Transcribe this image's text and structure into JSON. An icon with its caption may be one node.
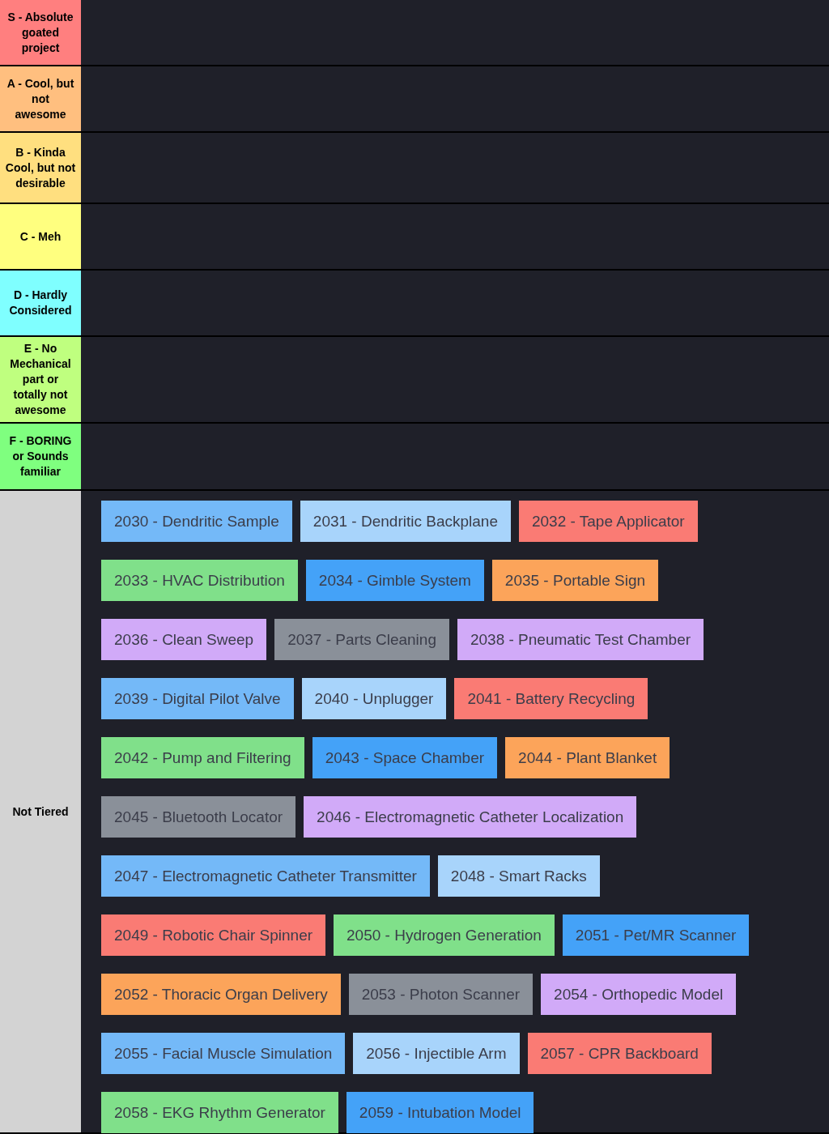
{
  "diagram": {
    "nodes": [
      {
        "text": [
          "S - Absolute goated project"
        ]
      },
      {
        "text": [
          "A - Cool, but not awesome"
        ]
      },
      {
        "text": [
          "B - Kinda Cool, but not desirable"
        ]
      },
      {
        "text": [
          "C - Meh"
        ]
      },
      {
        "text": [
          "D - Hardly Considered"
        ]
      },
      {
        "text": [
          "E - No Mechanical part or totally not awesome"
        ]
      },
      {
        "text": [
          "F - BORING or Sounds familiar"
        ]
      },
      {
        "text": [
          "Not Tiered"
        ]
      },
      {
        "text": [
          "2030 - Dendritic Sample"
        ],
        "in": 7
      },
      {
        "text": [
          "2031 - Dendritic Backplane"
        ],
        "in": 7
      },
      {
        "text": [
          "2032 - Tape Applicator"
        ],
        "in": 7
      },
      {
        "text": [
          "2033 - HVAC Distribution"
        ],
        "in": 7
      },
      {
        "text": [
          "2034 - Gimble System"
        ],
        "in": 7
      },
      {
        "text": [
          "2035 - Portable Sign"
        ],
        "in": 7
      },
      {
        "text": [
          "2036 - Clean Sweep"
        ],
        "in": 7
      },
      {
        "text": [
          "2037 - Parts Cleaning"
        ],
        "in": 7
      },
      {
        "text": [
          "2038 - Pneumatic Test Chamber"
        ],
        "in": 7
      },
      {
        "text": [
          "2039 - Digital Pilot Valve"
        ],
        "in": 7
      },
      {
        "text": [
          "2040 - Unplugger"
        ],
        "in": 7
      },
      {
        "text": [
          "2041 - Battery Recycling"
        ],
        "in": 7
      },
      {
        "text": [
          "2042 - Pump and Filtering"
        ],
        "in": 7
      },
      {
        "text": [
          "2043 - Space Chamber"
        ],
        "in": 7
      },
      {
        "text": [
          "2044 - Plant Blanket"
        ],
        "in": 7
      },
      {
        "text": [
          "2045 - Bluetooth Locator"
        ],
        "in": 7
      },
      {
        "text": [
          "2046 - Electromagnetic Catheter Localization"
        ],
        "in": 7
      },
      {
        "text": [
          "2047 - Electromagnetic Catheter Transmitter"
        ],
        "in": 7
      },
      {
        "text": [
          "2048 - Smart Racks"
        ],
        "in": 7
      },
      {
        "text": [
          "2049 - Robotic Chair Spinner"
        ],
        "in": 7
      },
      {
        "text": [
          "2050 - Hydrogen Generation"
        ],
        "in": 7
      },
      {
        "text": [
          "2051 - Pet/MR Scanner"
        ],
        "in": 7
      },
      {
        "text": [
          "2052 - Thoracic Organ Delivery"
        ],
        "in": 7
      },
      {
        "text": [
          "2053 - Photon Scanner"
        ],
        "in": 7
      },
      {
        "text": [
          "2054 - Orthopedic Model"
        ],
        "in": 7
      },
      {
        "text": [
          "2055 - Facial Muscle Simulation"
        ],
        "in": 7
      },
      {
        "text": [
          "2056 - Injectible Arm"
        ],
        "in": 7
      },
      {
        "text": [
          "2057 - CPR Backboard"
        ],
        "in": 7
      },
      {
        "text": [
          "2058 - EKG Rhythm Generator"
        ],
        "in": 7
      },
      {
        "text": [
          "2059 - Intubation Model"
        ],
        "in": 7
      }
    ]
  }
}
